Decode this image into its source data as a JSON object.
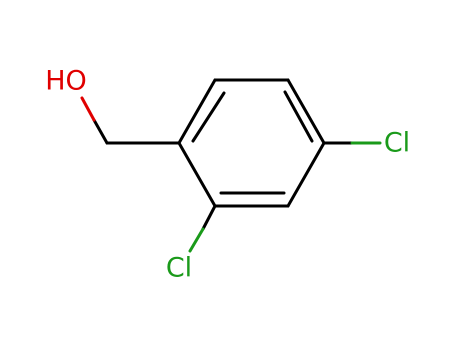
{
  "molecule": {
    "atoms": {
      "hydroxyl": "HO",
      "chlorine_para": "Cl",
      "chlorine_ortho": "Cl"
    }
  },
  "colors": {
    "bond": "#000000",
    "oxygen": "#e00000",
    "chlorine": "#1a9a1a",
    "background": "#ffffff"
  }
}
